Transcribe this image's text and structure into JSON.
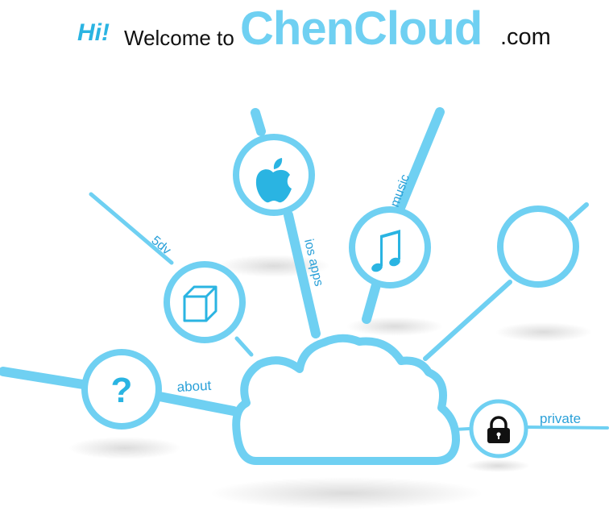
{
  "header": {
    "greeting": "Hi!",
    "welcome": "Welcome to",
    "brand": "ChenCloud",
    "tld": ".com"
  },
  "links": {
    "about": "about",
    "fivedv": "5dv",
    "ios_apps": "ios apps",
    "music": "music",
    "private": "private"
  },
  "icons": {
    "about": "question-mark-icon",
    "fivedv": "cube-icon",
    "ios_apps": "apple-logo-icon",
    "music": "music-note-icon",
    "blank": "empty-circle",
    "private": "padlock-icon"
  },
  "colors": {
    "accent": "#6fd0f2",
    "accent_dark": "#2ab4e2",
    "text": "#111111"
  }
}
